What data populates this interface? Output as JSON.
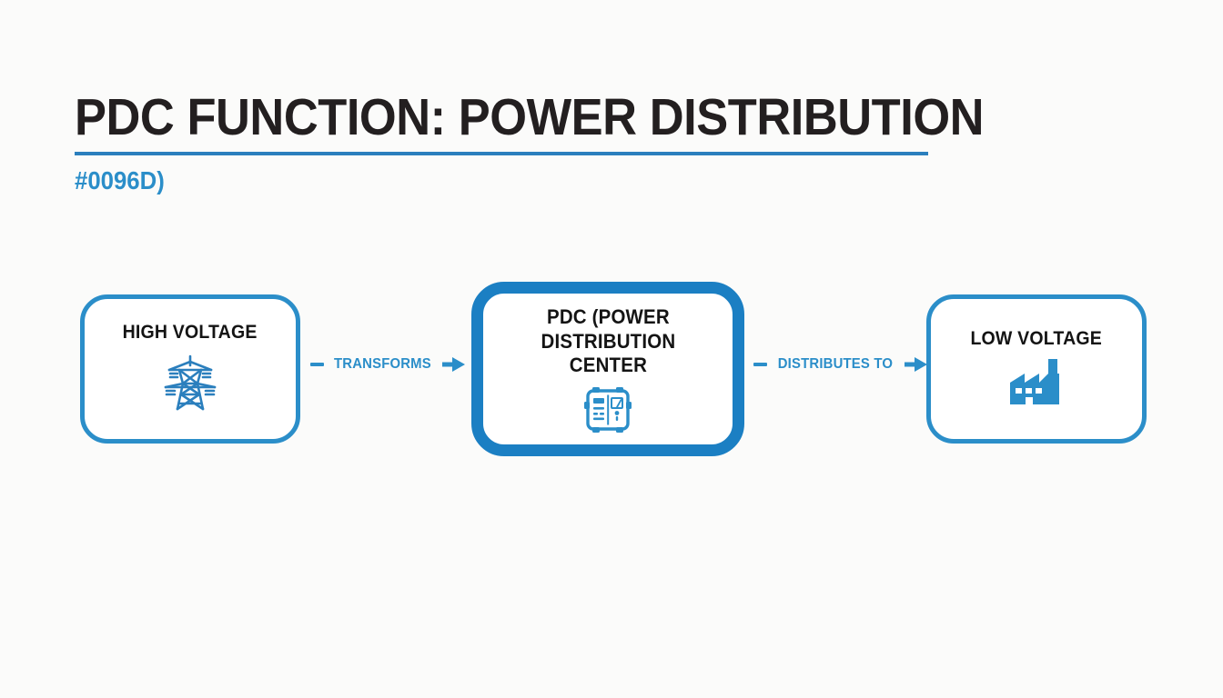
{
  "header": {
    "title": "PDC FUNCTION: POWER DISTRIBUTION",
    "subtitle": "#0096D)"
  },
  "colors": {
    "accent_blue": "#2b8ec9",
    "accent_blue_strong": "#1b7fc3",
    "title_text": "#231f20",
    "background": "#fbfbfa"
  },
  "diagram": {
    "type": "flow",
    "nodes": [
      {
        "id": "high-voltage",
        "label": "HIGH VOLTAGE",
        "icon": "transmission-tower-icon",
        "emphasis": "normal"
      },
      {
        "id": "pdc",
        "label_lines": [
          "PDC (POWER",
          "DISTRIBUTION",
          "CENTER"
        ],
        "icon": "switchgear-cabinet-icon",
        "emphasis": "highlighted"
      },
      {
        "id": "low-voltage",
        "label": "LOW VOLTAGE",
        "icon": "factory-icon",
        "emphasis": "normal"
      }
    ],
    "connectors": [
      {
        "id": "transforms",
        "label": "TRANSFORMS",
        "from": "high-voltage",
        "to": "pdc",
        "arrow": "arrow-right-icon"
      },
      {
        "id": "distributes-to",
        "label": "DISTRIBUTES TO",
        "from": "pdc",
        "to": "low-voltage",
        "arrow": "arrow-right-icon"
      }
    ]
  }
}
